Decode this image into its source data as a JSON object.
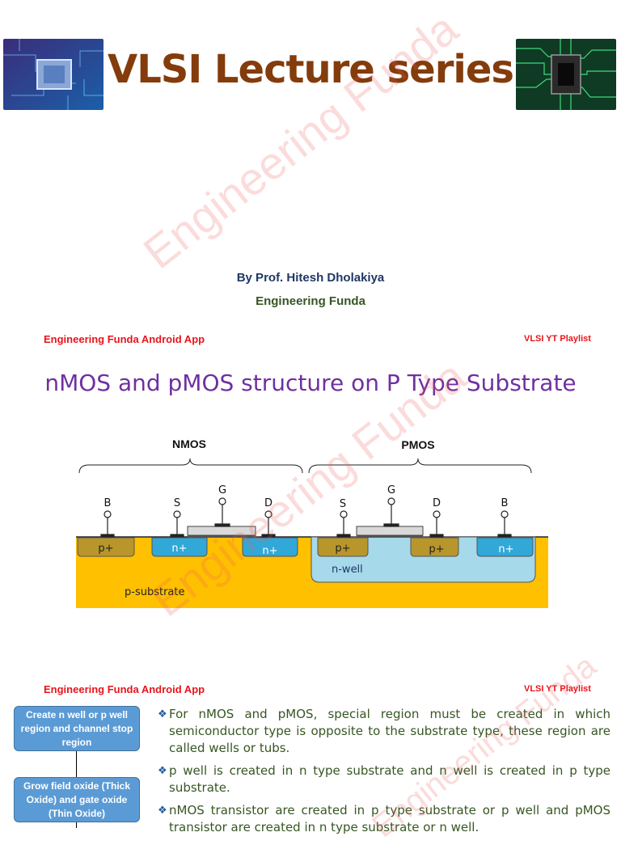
{
  "header": {
    "title": "VLSI Lecture series",
    "author": "By Prof. Hitesh Dholakiya",
    "org": "Engineering Funda"
  },
  "links": {
    "app": "Engineering Funda Android App",
    "playlist": "VLSI YT Playlist"
  },
  "watermark": "Engineering Funda",
  "section": {
    "title": "nMOS and pMOS structure on P Type Substrate"
  },
  "diagram": {
    "nmos_label": "NMOS",
    "pmos_label": "PMOS",
    "terminals": [
      "B",
      "S",
      "G",
      "D",
      "S",
      "G",
      "D",
      "B"
    ],
    "regions": [
      "p+",
      "n+",
      "n+",
      "p+",
      "p+",
      "n+"
    ],
    "n_well": "n-well",
    "p_substrate": "p-substrate",
    "colors": {
      "substrate": "#ffc000",
      "n_well": "#a6d9ea",
      "p_plus": "#b8962b",
      "n_plus": "#31a8d8",
      "gate": "#d9d9d9"
    }
  },
  "flow": {
    "steps": [
      "Create n well or p well region and channel stop region",
      "Grow field oxide (Thick Oxide) and gate oxide (Thin Oxide)"
    ]
  },
  "bullets": [
    "For nMOS and pMOS, special region must be created in which semiconductor type is opposite to the substrate type, these region are called wells or tubs.",
    "p well is created in n type substrate and n well is created in p type substrate.",
    "nMOS transistor are created in p type substrate or p well and pMOS transistor are created in n type substrate or n well."
  ]
}
